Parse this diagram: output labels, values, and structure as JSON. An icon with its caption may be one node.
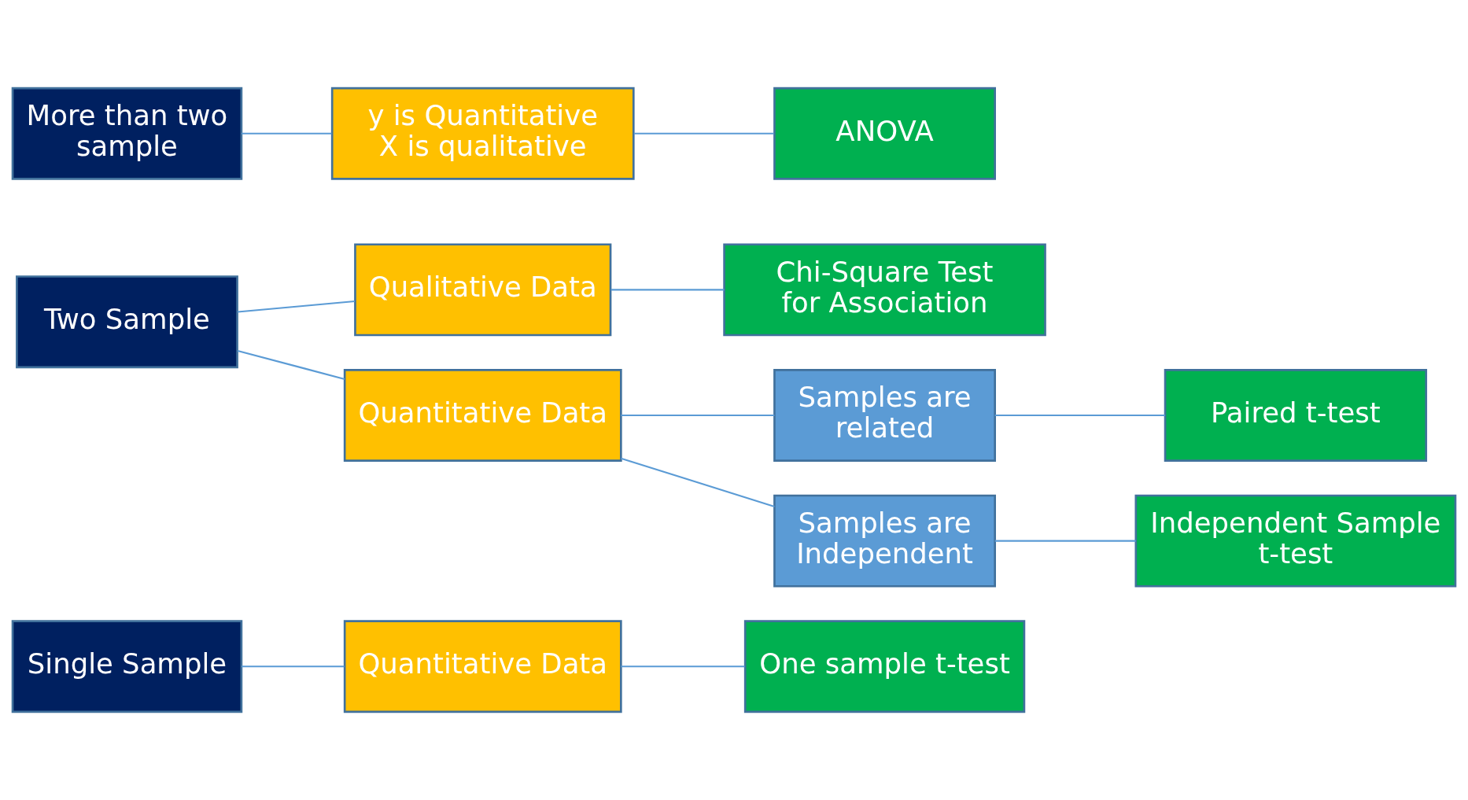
{
  "diagram": {
    "nodes": [
      {
        "text": [
          "Single Sample"
        ]
      },
      {
        "text": [
          "Quantitative Data"
        ]
      },
      {
        "text": [
          "One sample t-test"
        ]
      },
      {
        "text": [
          "Two Sample"
        ]
      },
      {
        "text": [
          "Qualitative Data"
        ]
      },
      {
        "text": [
          "Chi-Square Test for Association"
        ]
      },
      {
        "text": [
          "Quantitative Data"
        ]
      },
      {
        "text": [
          "Samples are related"
        ]
      },
      {
        "text": [
          "Paired t-test"
        ]
      },
      {
        "text": [
          "Samples are Independent"
        ]
      },
      {
        "text": [
          "Independent Sample t-test"
        ]
      },
      {
        "text": [
          "More than two sample"
        ]
      },
      {
        "text": [
          "y is Quantitative X is qualitative"
        ]
      },
      {
        "text": [
          "ANOVA"
        ]
      }
    ],
    "edges": [
      {
        "from": 0,
        "to": 1,
        "arrow": "none"
      },
      {
        "from": 1,
        "to": 2,
        "arrow": "none"
      },
      {
        "from": 3,
        "to": 4,
        "arrow": "none"
      },
      {
        "from": 4,
        "to": 5,
        "arrow": "none"
      },
      {
        "from": 3,
        "to": 6,
        "arrow": "none"
      },
      {
        "from": 6,
        "to": 7,
        "arrow": "none"
      },
      {
        "from": 7,
        "to": 8,
        "arrow": "none"
      },
      {
        "from": 6,
        "to": 9,
        "arrow": "none"
      },
      {
        "from": 9,
        "to": 10,
        "arrow": "none"
      },
      {
        "from": 11,
        "to": 12,
        "arrow": "none"
      },
      {
        "from": 12,
        "to": 13,
        "arrow": "none"
      }
    ]
  }
}
